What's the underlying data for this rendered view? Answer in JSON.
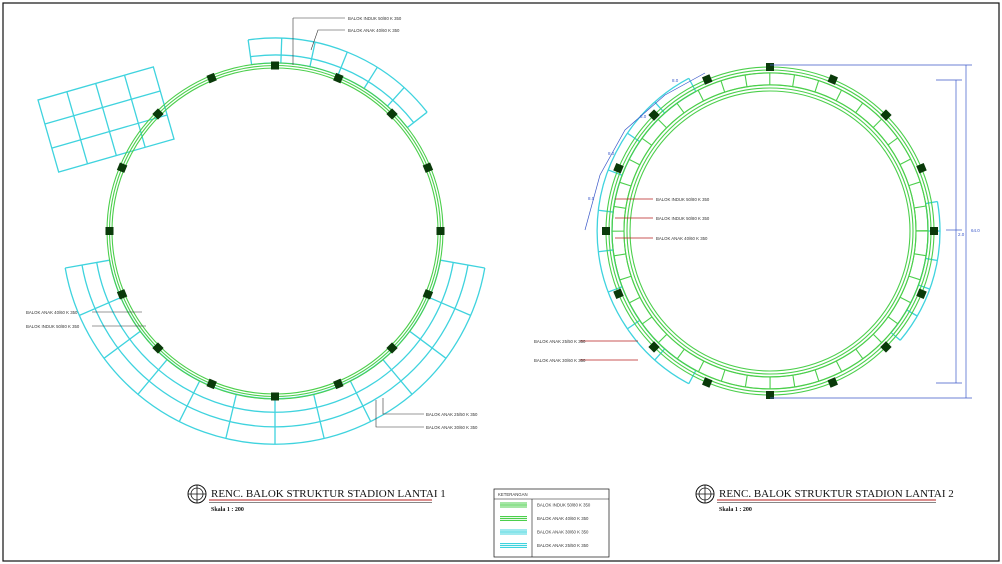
{
  "drawings": [
    {
      "title": "RENC. BALOK STRUKTUR STADION LANTAI 1",
      "scale": "Skala 1 : 200",
      "labels": [
        "BALOK INDUK 50/80 K 350",
        "BALOK ANAK 40/60 K 350",
        "BALOK ANAK 40/60 K 350",
        "BALOK INDUK 50/80 K 350",
        "BALOK ANAK 25/50 K 350",
        "BALOK ANAK 30/60 K 350"
      ]
    },
    {
      "title": "RENC. BALOK STRUKTUR STADION LANTAI 2",
      "scale": "Skala 1 : 200",
      "labels": [
        "BALOK INDUK 50/80 K 350",
        "BALOK INDUK 50/80 K 350",
        "BALOK ANAK 40/60 K 350",
        "BALOK ANAK 25/50 K 350",
        "BALOK ANAK 30/60 K 350"
      ],
      "dimensions": [
        "8.0",
        "8.0",
        "8.0",
        "8.0",
        "64.0",
        "2.0"
      ]
    }
  ],
  "legend": {
    "header": "KETERANGAN",
    "items": [
      {
        "label": "BALOK INDUK 50/80 K 350",
        "color": "#4ccf4c"
      },
      {
        "label": "BALOK ANAK 40/60 K 350",
        "color": "#4ccf4c"
      },
      {
        "label": "BALOK ANAK 30/60 K 350",
        "color": "#3fd3de"
      },
      {
        "label": "BALOK ANAK 25/50 K 350",
        "color": "#3fd3de"
      }
    ]
  },
  "colors": {
    "green": "#4ccf4c",
    "cyan": "#3fd3de",
    "column": "#0a3a0a",
    "leader": "#b81f1f",
    "dimension": "#3b59c9"
  }
}
